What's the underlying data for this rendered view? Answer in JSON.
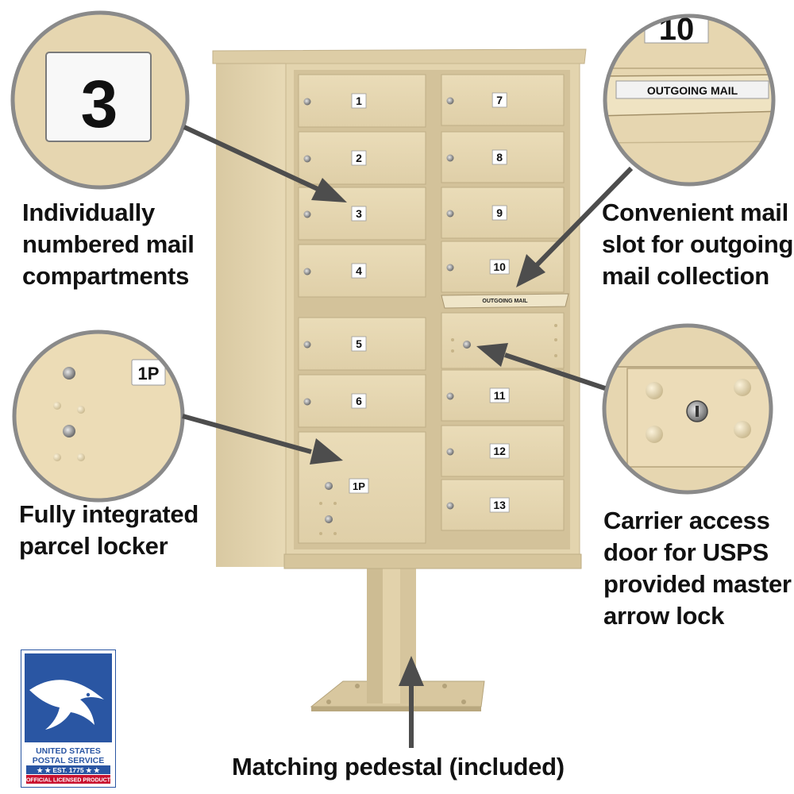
{
  "captions": {
    "numbered": [
      "Individually",
      "numbered mail",
      "compartments"
    ],
    "outgoing": [
      "Convenient mail",
      "slot for outgoing",
      "mail collection"
    ],
    "parcel": [
      "Fully integrated",
      "parcel locker"
    ],
    "carrier": [
      "Carrier access",
      "door for USPS",
      "provided master",
      "arrow lock"
    ],
    "pedestal": [
      "Matching pedestal (included)"
    ]
  },
  "mailbox": {
    "left_column": [
      "1",
      "2",
      "3",
      "4",
      "5",
      "6"
    ],
    "right_column": [
      "7",
      "8",
      "9",
      "10",
      "11",
      "12",
      "13"
    ],
    "parcel_label": "1P",
    "outgoing_label": "OUTGOING MAIL"
  },
  "insets": {
    "compartment_number": "3",
    "outgoing_number": "10",
    "outgoing_label": "OUTGOING MAIL",
    "parcel_label": "1P"
  },
  "logo": {
    "line1": "UNITED STATES",
    "line2": "POSTAL SERVICE",
    "line3": "★ ★ EST. 1775 ★ ★",
    "line4": "OFFICIAL LICENSED PRODUCT"
  },
  "colors": {
    "cabinet": "#e6d7b2",
    "cabinet_shade": "#cdbd96",
    "inset_border": "#8a8a8a",
    "arrow": "#4d4d4d",
    "usps_blue": "#2a56a3",
    "usps_red": "#c8102e"
  }
}
